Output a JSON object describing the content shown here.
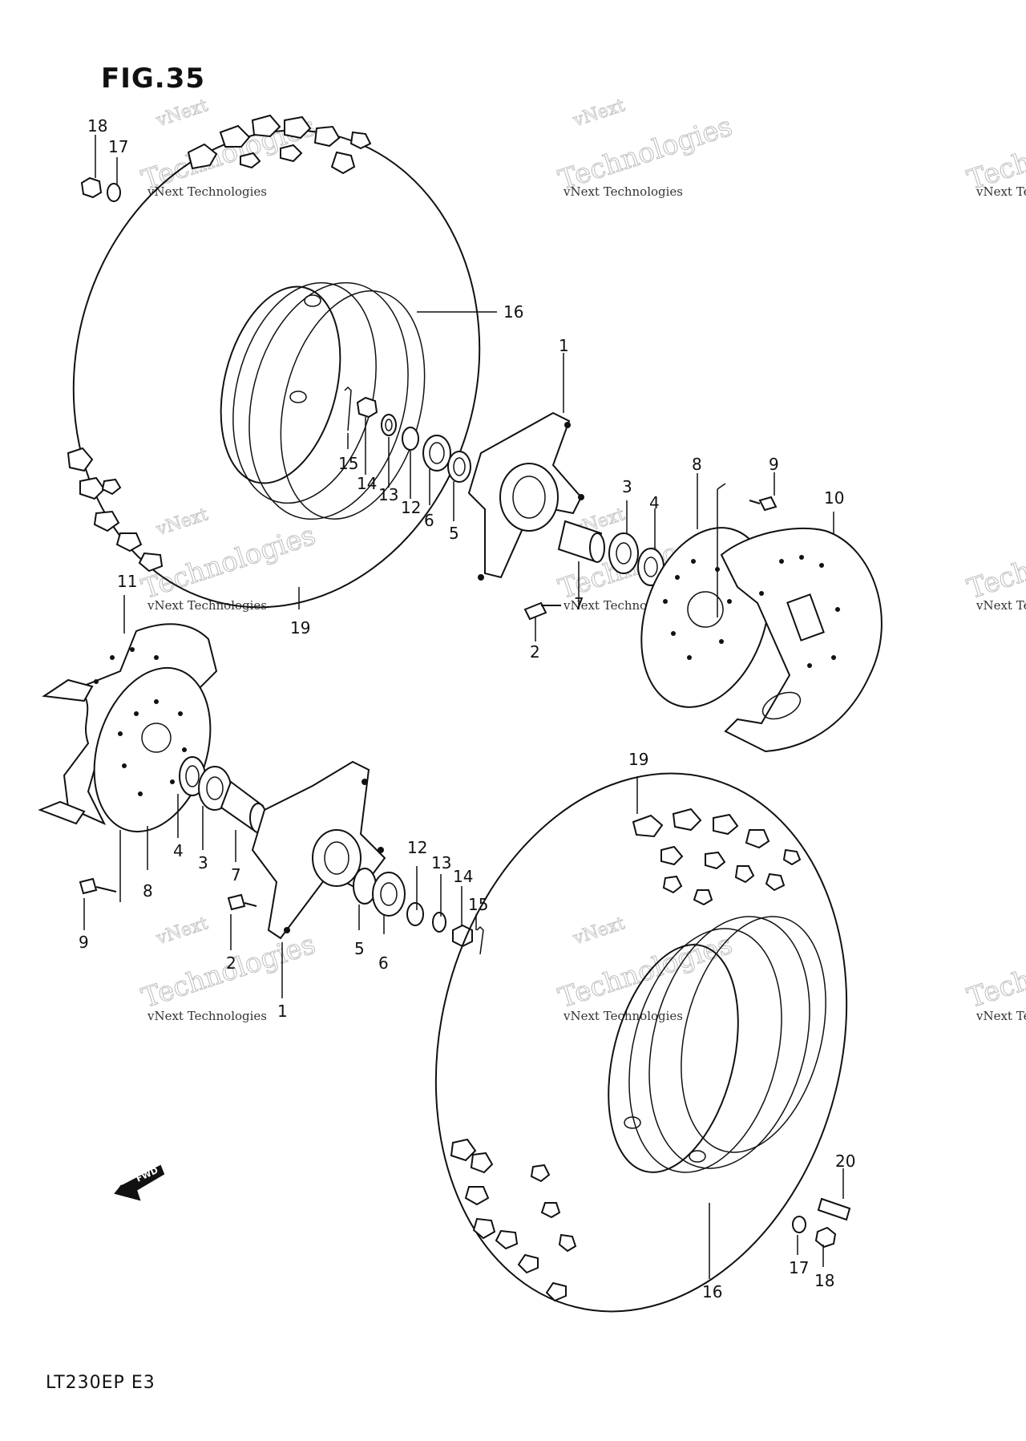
{
  "figure": {
    "title": "FIG.35",
    "model_code": "LT230EP E3",
    "direction_label": "FWD"
  },
  "watermark": {
    "line1": "vNext Technologies",
    "line2": "Technologies",
    "line3": "vNext"
  },
  "callouts": {
    "upper": [
      "18",
      "17",
      "16",
      "1",
      "15",
      "14",
      "13",
      "12",
      "6",
      "5",
      "3",
      "4",
      "8",
      "9",
      "10",
      "7",
      "2",
      "19"
    ],
    "lower": [
      "11",
      "4",
      "3",
      "7",
      "8",
      "9",
      "2",
      "12",
      "13",
      "14",
      "15",
      "5",
      "6",
      "1",
      "19",
      "20",
      "17",
      "18",
      "16"
    ]
  }
}
